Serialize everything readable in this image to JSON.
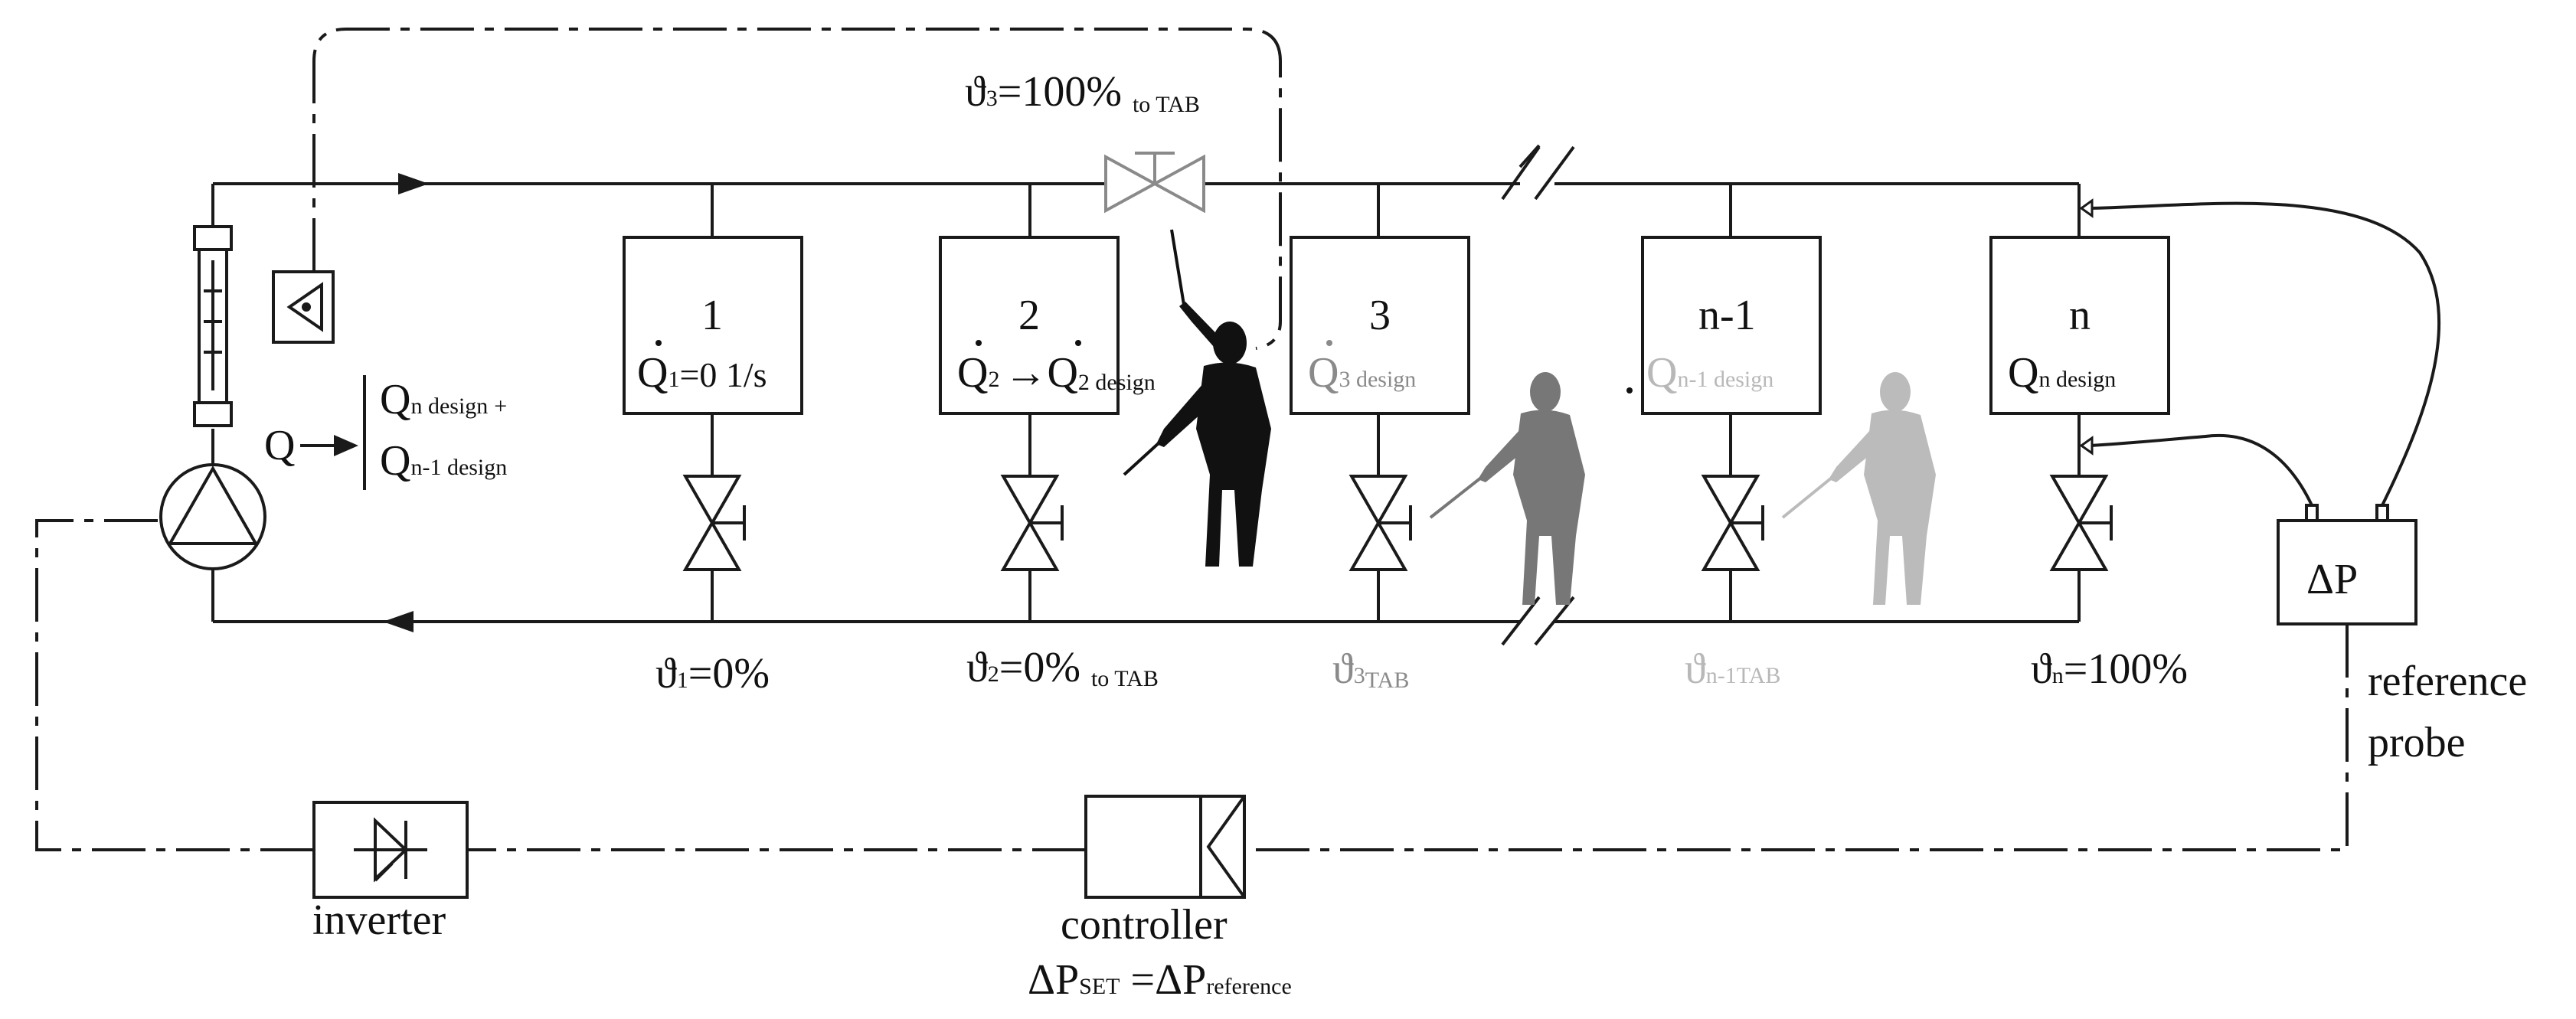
{
  "colors": {
    "line": "#1a1a1a",
    "person_dark": "#111111",
    "person_mid": "#777777",
    "person_light": "#bbbbbb",
    "text_grey": "#8a8a8a",
    "text_light": "#b8b8b8",
    "valve_grey": "#8a8a8a"
  },
  "icons": [
    "pump-icon",
    "flowmeter-icon",
    "flow-sensor-icon",
    "two-way-valve-icon",
    "three-way-valve-icon",
    "person-silhouette-icon",
    "inverter-icon",
    "controller-icon"
  ],
  "top_valve_label": {
    "main": "ϑ",
    "sub": "3",
    "rest": "=100%",
    "tail": "to TAB"
  },
  "q_label": {
    "main": "Q"
  },
  "q_sum": {
    "line1_main": "Q",
    "line1_sub": "n design",
    "line1_tail": "+",
    "line2_main": "Q",
    "line2_sub": "n-1 design"
  },
  "terminals": [
    {
      "title": "1",
      "q_main": "Q",
      "q_sub": "1",
      "q_rest": "=0 1/s",
      "q_tail": ""
    },
    {
      "title": "2",
      "q_main": "Q",
      "q_sub": "2",
      "q_rest": "→Q",
      "q_tail": "2 design"
    },
    {
      "title": "3",
      "q_main": "Q",
      "q_sub": "3 design",
      "q_rest": "",
      "q_tail": ""
    },
    {
      "title": "n-1",
      "q_main": "Q",
      "q_sub": "n-1 design",
      "q_rest": "",
      "q_tail": ""
    },
    {
      "title": "n",
      "q_main": "Q",
      "q_sub": "n design",
      "q_rest": "",
      "q_tail": ""
    }
  ],
  "valve_labels": [
    {
      "main": "ϑ",
      "sub": "1",
      "rest": "=0%",
      "tail": ""
    },
    {
      "main": "ϑ",
      "sub": "2",
      "rest": "=0%",
      "tail": "to TAB"
    },
    {
      "main": "ϑ",
      "sub": "3",
      "rest": "",
      "tail": "TAB"
    },
    {
      "main": "ϑ",
      "sub": "n-1",
      "rest": "",
      "tail": "TAB"
    },
    {
      "main": "ϑ",
      "sub": "n",
      "rest": "=100%",
      "tail": ""
    }
  ],
  "dp_box": {
    "label": "ΔP"
  },
  "reference_probe": {
    "line1": "reference",
    "line2": "probe"
  },
  "inverter": {
    "label": "inverter"
  },
  "controller": {
    "label": "controller",
    "set_main": "ΔP",
    "set_sub": "SET",
    "set_eq": " =ΔP",
    "set_tail": "reference"
  }
}
